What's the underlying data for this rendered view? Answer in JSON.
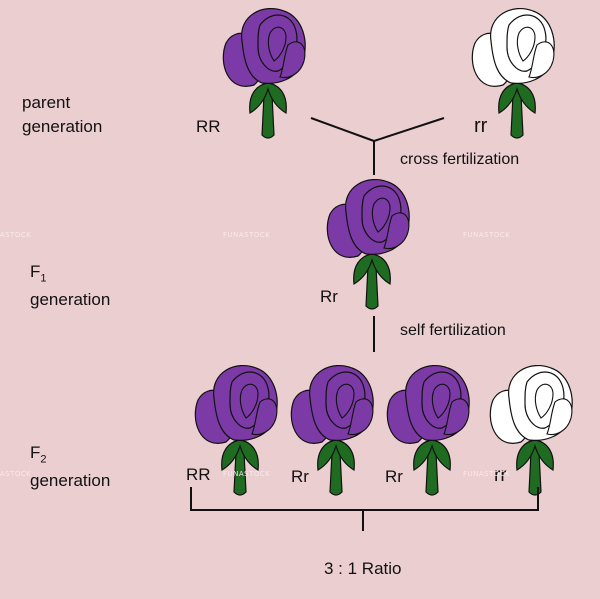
{
  "labels": {
    "parent_generation_line1": "parent",
    "parent_generation_line2": "generation",
    "f1_letter": "F",
    "f1_sub": "1",
    "f1_generation": "generation",
    "f2_letter": "F",
    "f2_sub": "2",
    "f2_generation": "generation",
    "cross_fertilization": "cross fertilization",
    "self_fertilization": "self fertilization",
    "ratio": "3 : 1  Ratio"
  },
  "genotypes": {
    "parent_left": "RR",
    "parent_right": "rr",
    "f1": "Rr",
    "f2": [
      "RR",
      "Rr",
      "Rr",
      "rr"
    ]
  },
  "flower_colors": {
    "dominant_purple": "#7b3aa6",
    "recessive_white": "#ffffff",
    "stem_green": "#1f6b22",
    "outline": "#111111"
  },
  "watermark": "FUNASTOCK"
}
